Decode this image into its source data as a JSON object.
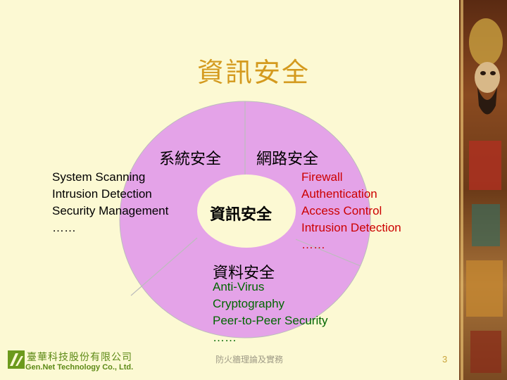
{
  "title": "資訊安全",
  "diagram": {
    "top_left_label": "系統安全",
    "top_right_label": "網路安全",
    "center_label": "資訊安全",
    "bottom_label": "資料安全",
    "circle_color": "#e4a3e8",
    "inner_color": "#fcf9d3"
  },
  "system_items": [
    "System Scanning",
    "Intrusion Detection",
    "Security Management",
    "……"
  ],
  "network_items": [
    "Firewall",
    "Authentication",
    "Access Control",
    "Intrusion Detection",
    "……"
  ],
  "data_items": [
    "Anti-Virus",
    "Cryptography",
    "Peer-to-Peer Security",
    "……"
  ],
  "footer": {
    "company_cn": "臺華科技股份有限公司",
    "company_en": "Gen.Net Technology Co., Ltd.",
    "center_text": "防火牆理論及實務",
    "page_number": "3"
  },
  "colors": {
    "title": "#d49a1e",
    "network_text": "#cc0000",
    "data_text": "#006600",
    "company": "#5d8a16"
  },
  "side_image": "deity-illustration"
}
